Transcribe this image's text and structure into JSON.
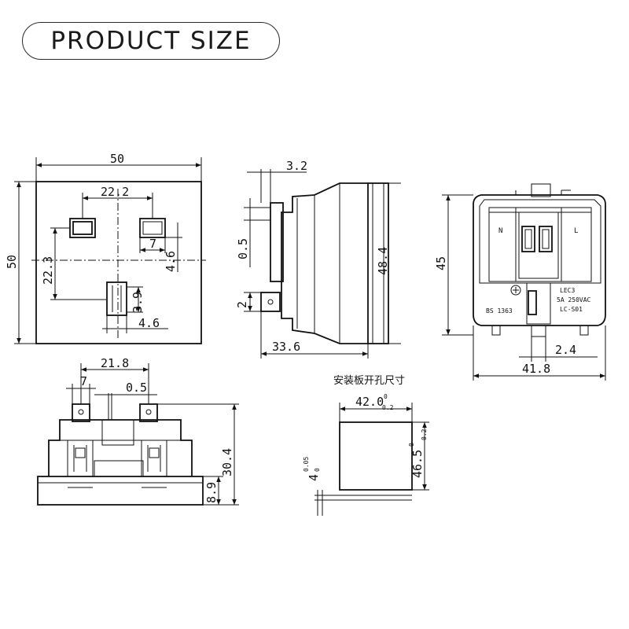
{
  "header": {
    "title": "PRODUCT SIZE"
  },
  "front_view": {
    "dim_width": "50",
    "dim_height": "50",
    "dim_pin_span": "22.2",
    "dim_pin_width": "7",
    "dim_pin_offset": "4.6",
    "dim_vertical_offset": "22.3",
    "dim_earth_height": "3.9",
    "dim_earth_width": "4.6"
  },
  "side_view": {
    "dim_top_step": "3.2",
    "dim_gap": "0.5",
    "dim_pin": "2",
    "dim_height": "48.4",
    "dim_depth": "33.6"
  },
  "rear_view": {
    "dim_height": "45",
    "dim_width": "41.8",
    "dim_offset": "2.4",
    "label_n": "N",
    "label_l": "L",
    "rating_line1": "LEC3",
    "rating_line2": "5A 250VAC",
    "rating_line3": "LC-S01",
    "bs_label": "BS 1363"
  },
  "bottom_view": {
    "dim_span": "21.8",
    "dim_pin": "7",
    "dim_gap": "0.5",
    "dim_height": "30.4",
    "dim_flange": "8.9"
  },
  "panel_cutout": {
    "title": "安装板开孔尺寸",
    "dim_width": "42.0",
    "dim_width_tol_upper": "0",
    "dim_width_tol_lower": "0.2",
    "dim_height": "46.5",
    "dim_height_tol_upper": "0",
    "dim_height_tol_lower": "0.2",
    "dim_thickness": "4",
    "dim_thickness_tol_upper": "0.05",
    "dim_thickness_tol_lower": "0"
  }
}
